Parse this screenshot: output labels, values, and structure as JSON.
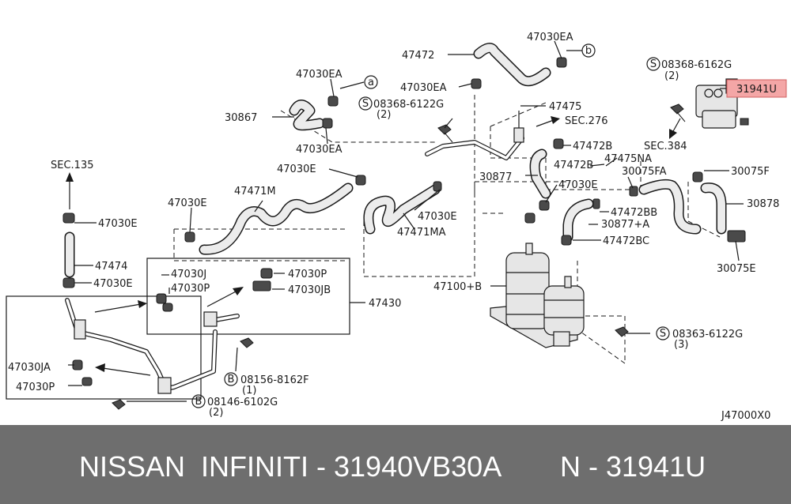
{
  "diagram": {
    "labels": {
      "p47472_top": "47472",
      "p47030EA_tr": "47030EA",
      "p47030EA_tl": "47030EA",
      "p47030EA_mid": "47030EA",
      "p08368_6122G": "08368-6122G",
      "qty_2a": "(2)",
      "p30867": "30867",
      "p47030EA_left2": "47030EA",
      "p47475": "47475",
      "sec276": "SEC.276",
      "sec135": "SEC.135",
      "p47030E_a": "47030E",
      "p47471M": "47471M",
      "p47030E_b": "47030E",
      "p47030E_c": "47030E",
      "p47471MA": "47471MA",
      "p47030E_d": "47030E",
      "p47472B_a": "47472B",
      "p47472B_b": "47472B",
      "p30877": "30877",
      "p47475NA": "47475NA",
      "p30075FA": "30075FA",
      "p30075F": "30075F",
      "p47030E_e": "47030E",
      "p47472BB": "47472BB",
      "p30877A": "30877+A",
      "p30878": "30878",
      "p47472BC": "47472BC",
      "p30075E": "30075E",
      "p08368_6162G": "08368-6162G",
      "qty_2b": "(2)",
      "p31941U": "31941U",
      "sec384": "SEC.384",
      "p47474": "47474",
      "p47030E_f": "47030E",
      "p47030J": "47030J",
      "p47030P_a": "47030P",
      "p47030P_b": "47030P",
      "p47030JB": "47030JB",
      "p47430": "47430",
      "p47100B": "47100+B",
      "p47030JA": "47030JA",
      "p47030P_c": "47030P",
      "p08156_8162F": "08156-8162F",
      "qty_1": "(1)",
      "p08146_6102G": "08146-6102G",
      "qty_2c": "(2)",
      "p08363_6122G": "08363-6122G",
      "qty_3": "(3)",
      "ref_a": "a",
      "ref_b": "b",
      "sym_S": "S",
      "sym_B": "B",
      "diagram_code": "J47000X0"
    },
    "highlight_color": "#f4a6a6"
  },
  "footer": {
    "left": "NISSAN  INFINITI - 31940VB30A",
    "right": "N - 31941U"
  }
}
